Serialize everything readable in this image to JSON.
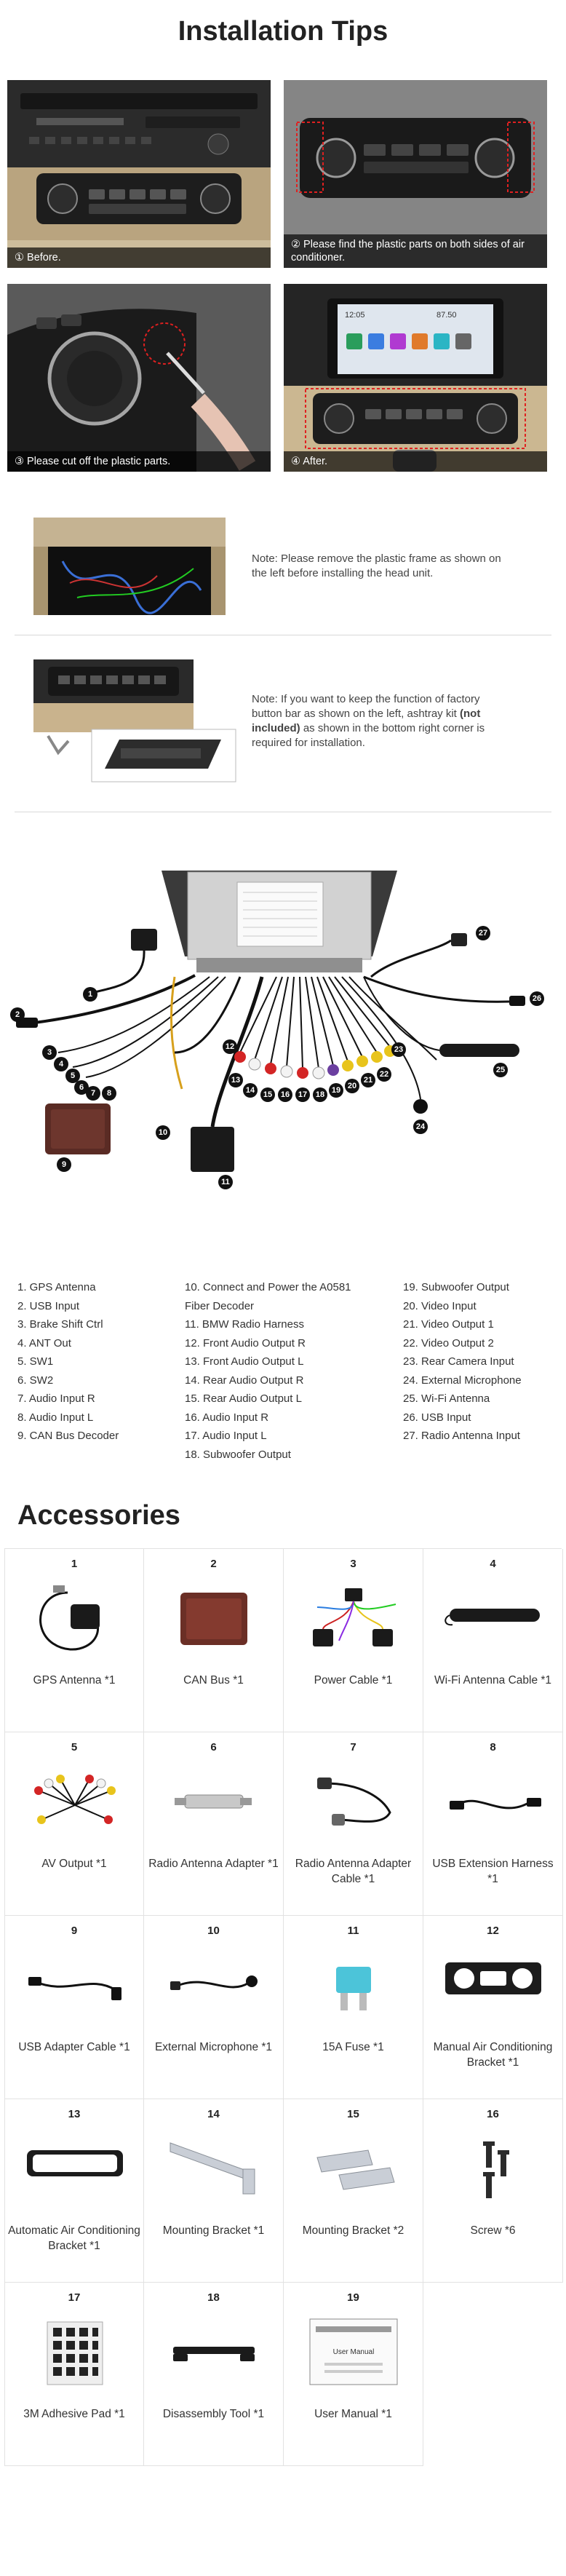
{
  "installation": {
    "title": "Installation Tips",
    "steps": [
      {
        "caption": "① Before."
      },
      {
        "caption": "② Please find the plastic parts on both sides of air conditioner."
      },
      {
        "caption": "③ Please cut off the plastic parts."
      },
      {
        "caption": "④ After."
      }
    ],
    "after_screen": {
      "time": "12:05",
      "temp": "87.50"
    },
    "note1": "Note: Please remove the plastic frame as shown on the left before installing the head unit.",
    "note2": {
      "before": "Note: If you want to keep the function of factory button bar as shown on the left, ashtray kit ",
      "bold": "(not included)",
      "after": " as shown in the bottom right corner is required for installation."
    }
  },
  "diagram": {
    "legend": [
      [
        "1. GPS Antenna",
        "2. USB Input",
        "3. Brake Shift Ctrl",
        "4. ANT Out",
        "5. SW1",
        "6. SW2",
        "7. Audio Input R",
        "8. Audio Input L",
        "9. CAN Bus Decoder"
      ],
      [
        "10. Connect and Power the A0581 Fiber Decoder",
        "11. BMW Radio Harness",
        "12. Front Audio Output R",
        "13. Front Audio Output L",
        "14. Rear Audio Output R",
        "15. Rear Audio Output L",
        "16. Audio Input R",
        "17. Audio Input L",
        "18. Subwoofer Output"
      ],
      [
        "19. Subwoofer Output",
        "20. Video Input",
        "21. Video Output 1",
        "22. Video Output 2",
        "23. Rear Camera Input",
        "24. External Microphone",
        "25. Wi-Fi Antenna",
        "26. USB Input",
        "27. Radio Antenna Input"
      ]
    ],
    "callouts": [
      "1",
      "2",
      "3",
      "4",
      "5",
      "6",
      "7",
      "8",
      "9",
      "10",
      "11",
      "12",
      "13",
      "14",
      "15",
      "16",
      "17",
      "18",
      "19",
      "20",
      "21",
      "22",
      "23",
      "24",
      "25",
      "26",
      "27"
    ]
  },
  "accessories": {
    "title": "Accessories",
    "items": [
      {
        "num": "1",
        "name": "GPS Antenna *1",
        "icon": "gps-antenna-icon"
      },
      {
        "num": "2",
        "name": "CAN Bus *1",
        "icon": "can-bus-icon"
      },
      {
        "num": "3",
        "name": "Power Cable *1",
        "icon": "power-cable-icon"
      },
      {
        "num": "4",
        "name": "Wi-Fi Antenna Cable *1",
        "icon": "wifi-antenna-icon"
      },
      {
        "num": "5",
        "name": "AV Output *1",
        "icon": "av-output-icon"
      },
      {
        "num": "6",
        "name": "Radio Antenna Adapter *1",
        "icon": "radio-adapter-icon"
      },
      {
        "num": "7",
        "name": "Radio Antenna Adapter Cable *1",
        "icon": "radio-adapter-cable-icon"
      },
      {
        "num": "8",
        "name": "USB Extension Harness *1",
        "icon": "usb-extension-icon"
      },
      {
        "num": "9",
        "name": "USB Adapter Cable *1",
        "icon": "usb-adapter-icon"
      },
      {
        "num": "10",
        "name": "External Microphone *1",
        "icon": "microphone-icon"
      },
      {
        "num": "11",
        "name": "15A Fuse *1",
        "icon": "fuse-icon"
      },
      {
        "num": "12",
        "name": "Manual Air Conditioning Bracket *1",
        "icon": "manual-ac-bracket-icon"
      },
      {
        "num": "13",
        "name": "Automatic Air Conditioning Bracket *1",
        "icon": "auto-ac-bracket-icon"
      },
      {
        "num": "14",
        "name": "Mounting Bracket *1",
        "icon": "mounting-bracket-icon"
      },
      {
        "num": "15",
        "name": "Mounting Bracket *2",
        "icon": "mounting-bracket-small-icon"
      },
      {
        "num": "16",
        "name": "Screw *6",
        "icon": "screw-icon"
      },
      {
        "num": "17",
        "name": "3M Adhesive Pad *1",
        "icon": "adhesive-pad-icon"
      },
      {
        "num": "18",
        "name": "Disassembly Tool *1",
        "icon": "disassembly-tool-icon"
      },
      {
        "num": "19",
        "name": "User Manual *1",
        "icon": "user-manual-icon"
      }
    ],
    "manual_cover_text": "User Manual"
  }
}
